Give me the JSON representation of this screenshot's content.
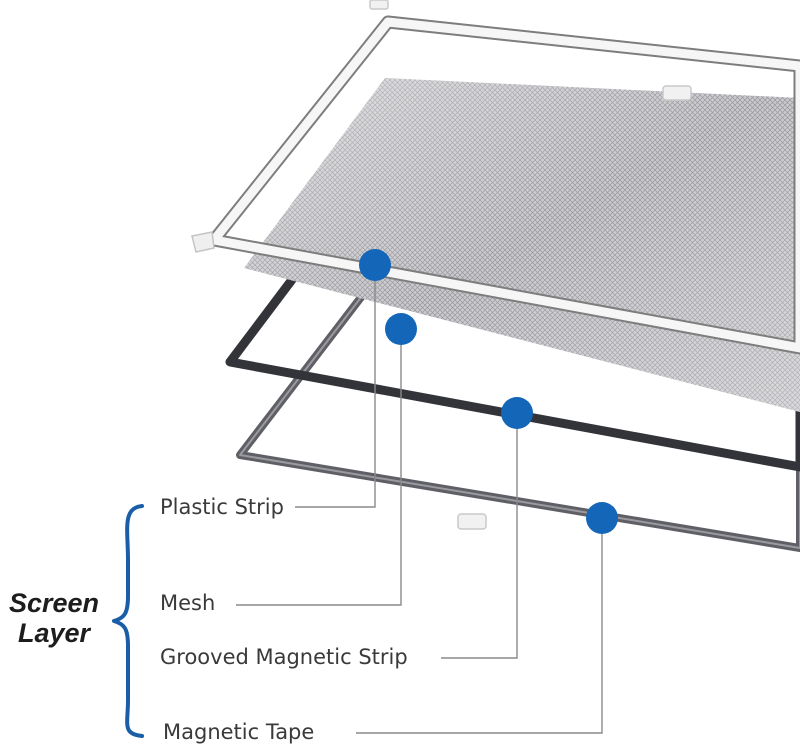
{
  "brace_label": {
    "line1": "Screen",
    "line2": "Layer"
  },
  "layers": [
    {
      "label": "Plastic Strip"
    },
    {
      "label": "Mesh"
    },
    {
      "label": "Grooved Magnetic Strip"
    },
    {
      "label": "Magnetic Tape"
    }
  ],
  "colors": {
    "marker": "#1466b8",
    "brace": "#1a5ea8",
    "leader_line": "#8a8a8a",
    "frame_white": "#f6f6f6",
    "frame_outline": "#7d7d7d",
    "mesh": "#c9c9cc",
    "grooved_strip": "#33343a",
    "magnetic_tape": "#5f5f66"
  }
}
